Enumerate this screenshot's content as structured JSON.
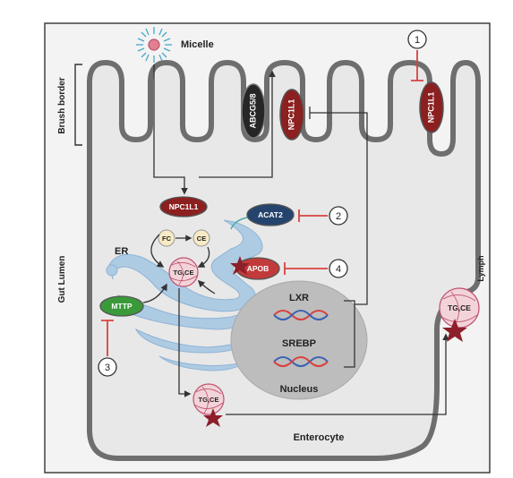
{
  "labels": {
    "micelle": "Micelle",
    "brush_border": "Brush border",
    "gut_lumen": "Gut Lumen",
    "er": "ER",
    "lymph": "Lymph",
    "enterocyte": "Enterocyte",
    "lxr": "LXR",
    "srebp": "SREBP",
    "nucleus": "Nucleus"
  },
  "proteins": {
    "abcg58": "ABCG5/8",
    "npc1l1_villus": "NPC1L1",
    "npc1l1_target": "NPC1L1",
    "npc1l1_er": "NPC1L1",
    "acat2": "ACAT2",
    "apob": "APOB",
    "mttp": "MTTP"
  },
  "molecules": {
    "fc": "FC",
    "ce": "CE",
    "tgce_er": "TG,CE",
    "tgce_vesicle": "TG,CE",
    "tgce_lymph": "TG,CE"
  },
  "inhibitor_steps": [
    "1",
    "2",
    "3",
    "4"
  ],
  "colors": {
    "cell_fill": "#e8e8e8",
    "cell_stroke": "#6e6e6e",
    "npc1l1": "#8c1f1f",
    "acat2": "#24446e",
    "apob": "#c23a3a",
    "mttp": "#3a9a3a",
    "abcg": "#262626",
    "inhibit": "#d9413f",
    "nucleus": "#bdbdbd",
    "er": "#aecbe4"
  }
}
